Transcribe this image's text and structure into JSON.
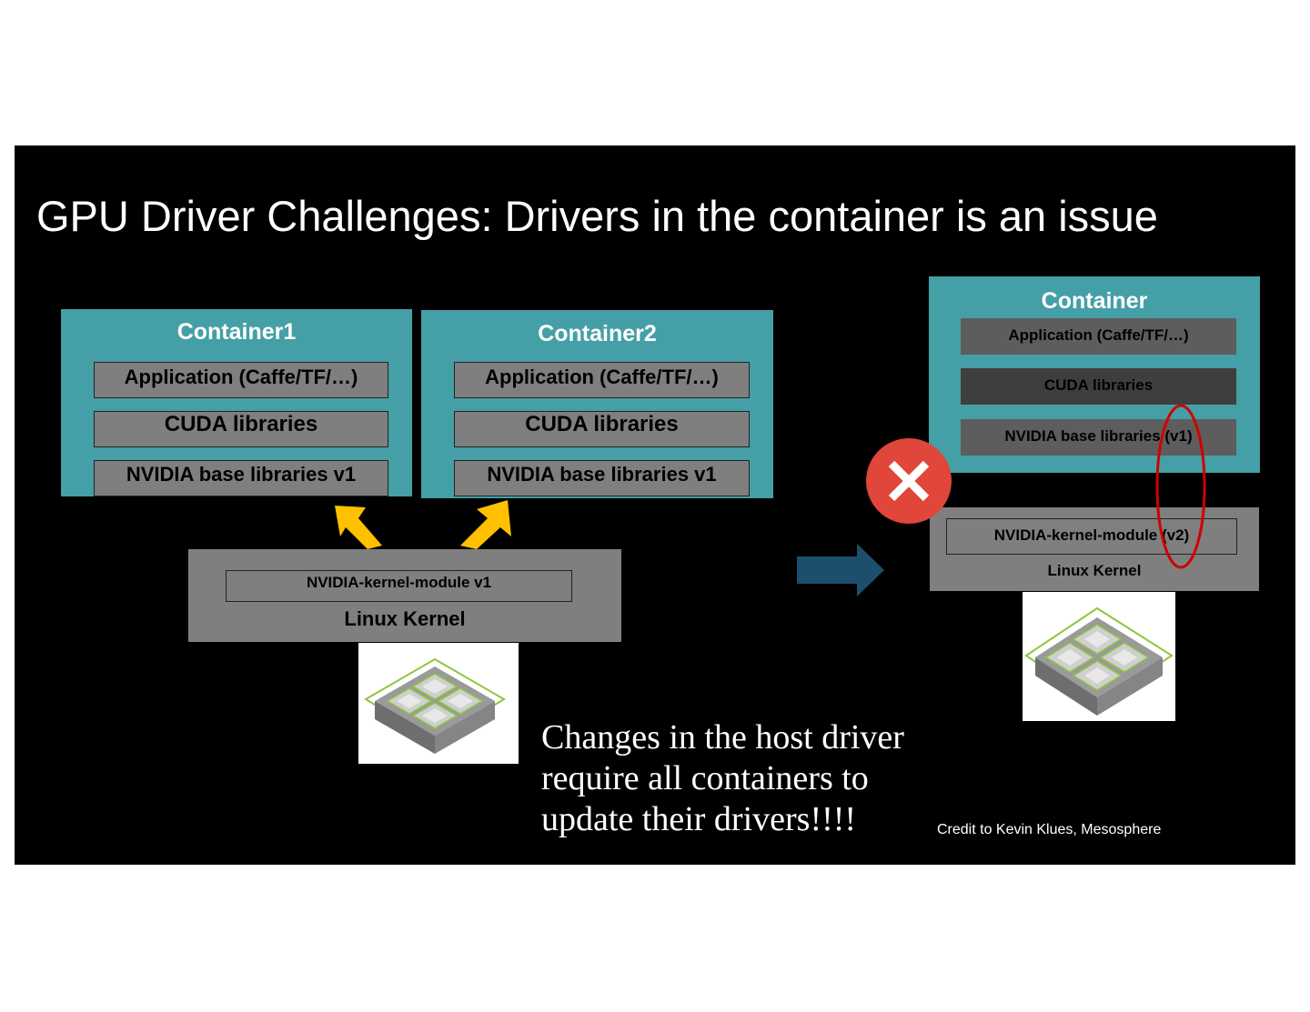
{
  "title": "GPU Driver Challenges: Drivers in the container is an issue",
  "left_diagram": {
    "containers": [
      {
        "name": "Container1",
        "layers": [
          "Application (Caffe/TF/…)",
          "CUDA libraries",
          "NVIDIA base libraries v1"
        ]
      },
      {
        "name": "Container2",
        "layers": [
          "Application (Caffe/TF/…)",
          "CUDA libraries",
          "NVIDIA base libraries v1"
        ]
      }
    ],
    "kernel_module": "NVIDIA-kernel-module v1",
    "kernel": "Linux Kernel"
  },
  "right_diagram": {
    "container": "Container",
    "layers": [
      "Application (Caffe/TF/…)",
      "CUDA libraries",
      "NVIDIA base libraries (v1)"
    ],
    "kernel_module": "NVIDIA-kernel-module (v2)",
    "kernel": "Linux Kernel"
  },
  "message": [
    "Changes in the host driver",
    "require all containers to",
    "update their drivers!!!!"
  ],
  "credit": "Credit to Kevin Klues, Mesosphere",
  "colors": {
    "slide_bg": "#000000",
    "container": "#459fa6",
    "layer": "#7f7f7f",
    "arrow_up": "#ffc000",
    "arrow_right": "#1b4f6b",
    "error": "#e0463a",
    "highlight": "#d00000"
  },
  "icons": [
    "gpu-chip-icon",
    "error-x-icon",
    "up-arrow-icon",
    "right-arrow-icon"
  ]
}
